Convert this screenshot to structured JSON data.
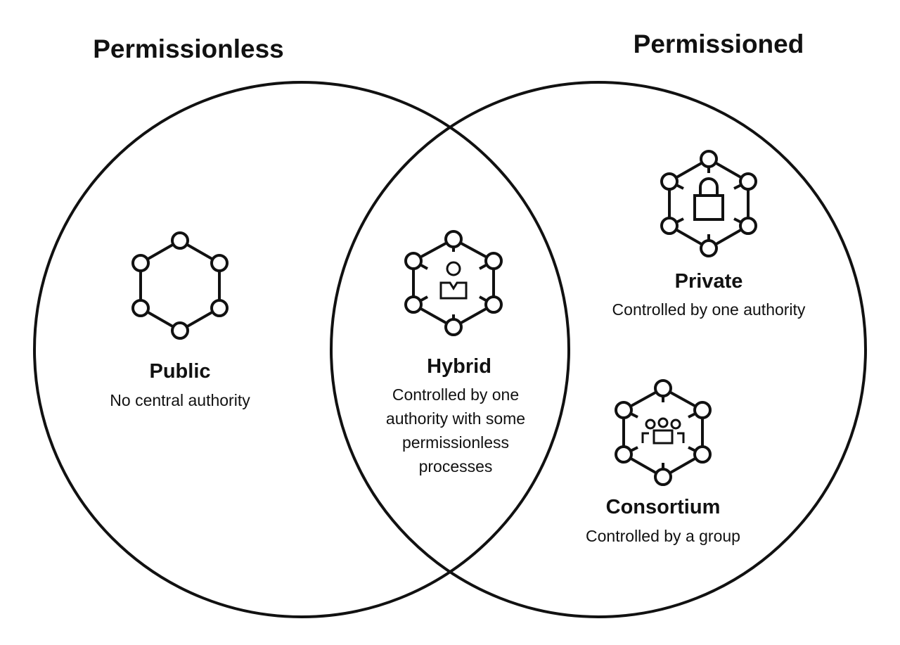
{
  "headings": {
    "left": "Permissionless",
    "right": "Permissioned"
  },
  "networks": {
    "public": {
      "name": "Public",
      "description": "No central authority",
      "icon": "hexagon-network-icon"
    },
    "hybrid": {
      "name": "Hybrid",
      "description_lines": [
        "Controlled by one",
        "authority with some",
        "permissionless",
        "processes"
      ],
      "icon": "hexagon-network-person-icon"
    },
    "private": {
      "name": "Private",
      "description": "Controlled by one authority",
      "icon": "hexagon-network-lock-icon"
    },
    "consortium": {
      "name": "Consortium",
      "description": "Controlled by a group",
      "icon": "hexagon-network-group-icon"
    }
  },
  "colors": {
    "stroke": "#111111",
    "background": "#ffffff"
  }
}
